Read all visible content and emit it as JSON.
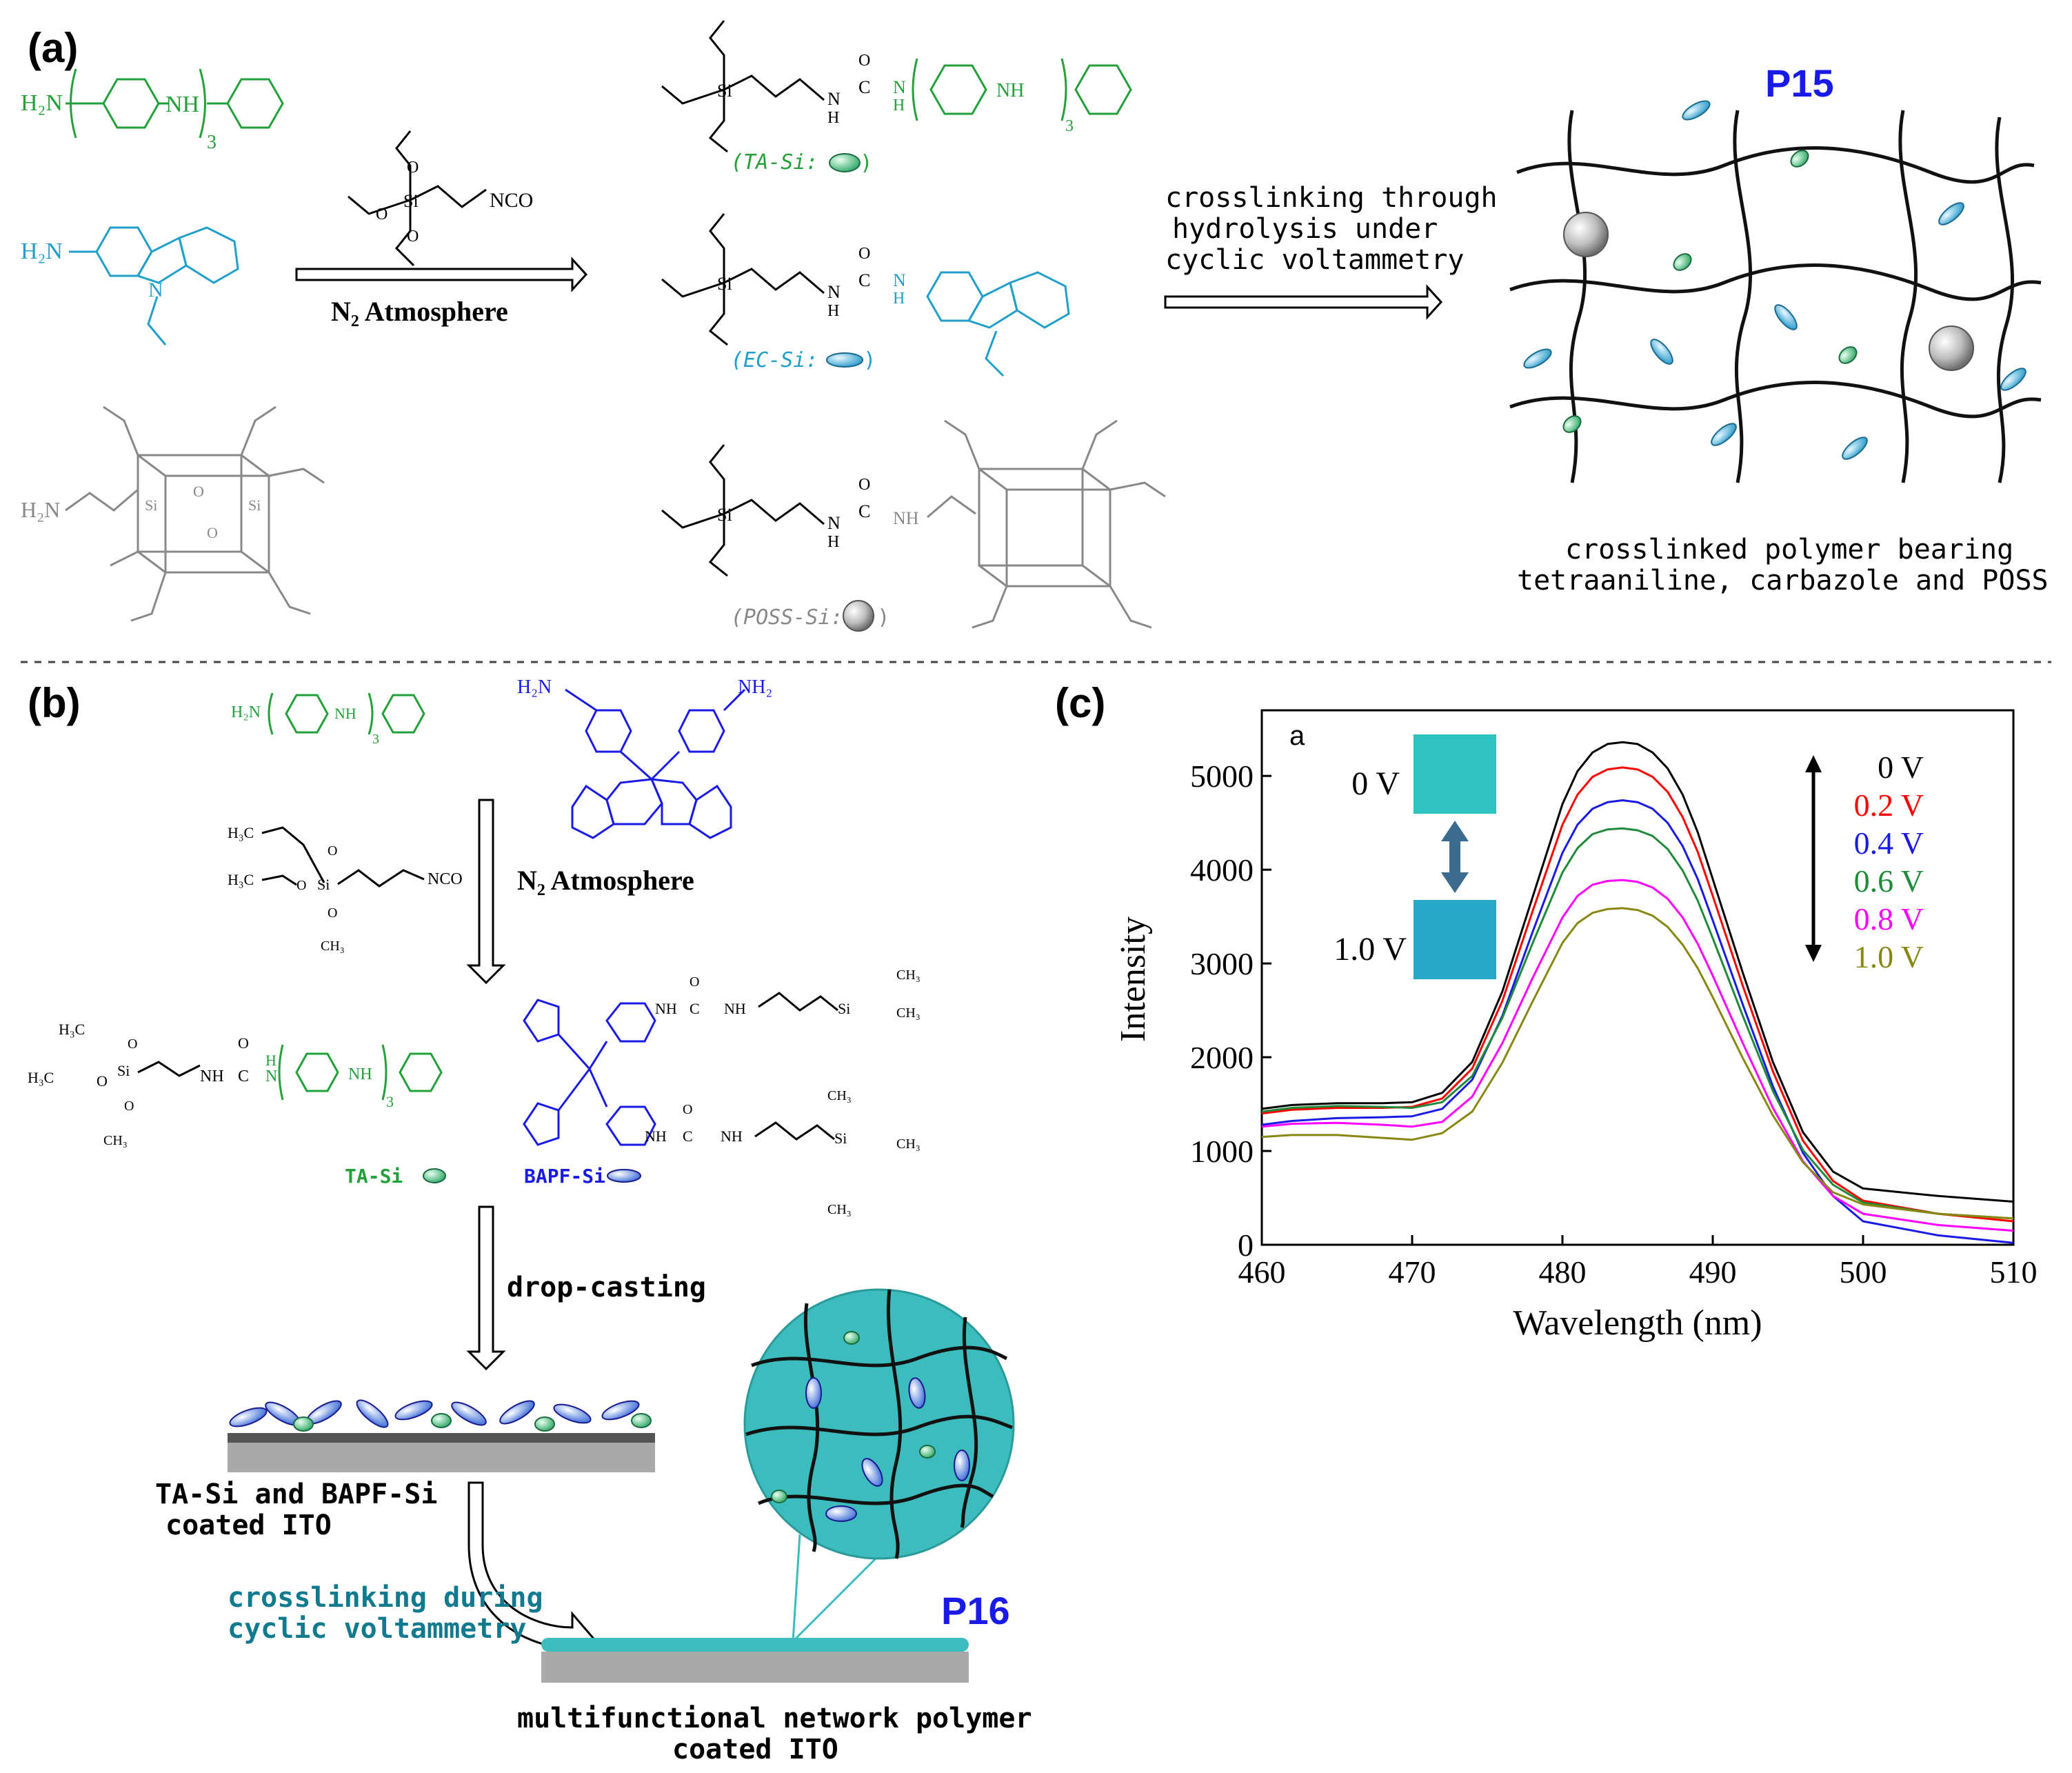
{
  "panels": {
    "a": "(a)",
    "b": "(b)",
    "c": "(c)"
  },
  "panel_a": {
    "ta_formula": {
      "h2n": "H₂N",
      "nh": "NH",
      "sub": "3"
    },
    "ec_amine": "H₂N",
    "ec_n": "N",
    "poss_amine": "H₂N",
    "silane_label": "NCO",
    "arrow1_label": "N₂ Atmosphere",
    "ta_si_label": "(TA-Si:",
    "ec_si_label": "(EC-Si:",
    "poss_si_label": "(POSS-Si:",
    "arrow2_lines": [
      "crosslinking through",
      "hydrolysis under",
      "cyclic voltammetry"
    ],
    "network_title": "P15",
    "network_caption": [
      "crosslinked polymer bearing",
      "tetraaniline, carbazole and POSS"
    ]
  },
  "panel_b": {
    "arrow1_label": "N₂ Atmosphere",
    "arrow2_label": "drop-casting",
    "bapf_amine_left": "H₂N",
    "bapf_amine_right": "NH₂",
    "ta_si_label": "TA-Si",
    "bapf_si_label": "BAPF-Si",
    "coated_label": [
      "TA-Si and BAPF-Si",
      "coated ITO"
    ],
    "crosslink_label": [
      "crosslinking during",
      "cyclic voltammetry"
    ],
    "network_title": "P16",
    "final_label": [
      "multifunctional network polymer",
      "coated ITO"
    ]
  },
  "colors": {
    "green": "#22a03a",
    "cyan": "#1f9fc9",
    "blue": "#1a1ae6",
    "gray": "#888888",
    "teal": "#3cbcbc"
  },
  "chart_data": {
    "type": "line",
    "title": "",
    "corner_label": "a",
    "xlabel": "Wavelength (nm)",
    "ylabel": "Intensity",
    "xlim": [
      460,
      510
    ],
    "ylim": [
      0,
      5700
    ],
    "xticks": [
      460,
      470,
      480,
      490,
      500,
      510
    ],
    "yticks": [
      0,
      1000,
      2000,
      3000,
      4000,
      5000
    ],
    "inset_labels": [
      "0 V",
      "1.0 V"
    ],
    "legend_position": "top-right",
    "x": [
      460,
      462,
      465,
      468,
      470,
      472,
      474,
      476,
      478,
      480,
      481,
      482,
      483,
      484,
      485,
      486,
      487,
      488,
      489,
      490,
      492,
      494,
      496,
      498,
      500,
      505,
      510
    ],
    "series": [
      {
        "name": "0 V",
        "color": "#000000",
        "values": [
          1450,
          1490,
          1510,
          1510,
          1520,
          1620,
          1950,
          2700,
          3700,
          4700,
          5050,
          5250,
          5340,
          5360,
          5340,
          5250,
          5080,
          4800,
          4400,
          3900,
          2900,
          1950,
          1200,
          780,
          600,
          520,
          460
        ]
      },
      {
        "name": "0.2 V",
        "color": "#ff0000",
        "values": [
          1400,
          1440,
          1460,
          1460,
          1470,
          1560,
          1880,
          2600,
          3550,
          4480,
          4800,
          4990,
          5070,
          5090,
          5070,
          4990,
          4830,
          4560,
          4190,
          3720,
          2760,
          1850,
          1110,
          680,
          470,
          330,
          250
        ]
      },
      {
        "name": "0.4 V",
        "color": "#1a1ae6",
        "values": [
          1280,
          1320,
          1350,
          1360,
          1370,
          1450,
          1760,
          2440,
          3330,
          4180,
          4480,
          4650,
          4720,
          4740,
          4720,
          4650,
          4500,
          4250,
          3900,
          3460,
          2560,
          1690,
          980,
          520,
          250,
          100,
          20
        ]
      },
      {
        "name": "0.6 V",
        "color": "#1e8a3a",
        "values": [
          1420,
          1460,
          1480,
          1470,
          1460,
          1520,
          1800,
          2420,
          3210,
          3970,
          4230,
          4380,
          4430,
          4440,
          4420,
          4360,
          4220,
          3990,
          3670,
          3270,
          2440,
          1640,
          1010,
          640,
          450,
          330,
          280
        ]
      },
      {
        "name": "0.8 V",
        "color": "#ff00ff",
        "values": [
          1260,
          1290,
          1300,
          1280,
          1260,
          1310,
          1580,
          2150,
          2840,
          3490,
          3720,
          3840,
          3880,
          3890,
          3870,
          3810,
          3690,
          3490,
          3210,
          2870,
          2150,
          1460,
          890,
          520,
          330,
          210,
          150
        ]
      },
      {
        "name": "1.0 V",
        "color": "#888811",
        "values": [
          1150,
          1170,
          1170,
          1140,
          1120,
          1190,
          1420,
          1940,
          2590,
          3220,
          3430,
          3540,
          3580,
          3590,
          3570,
          3510,
          3390,
          3200,
          2950,
          2640,
          1990,
          1380,
          880,
          560,
          430,
          330,
          280
        ]
      }
    ]
  }
}
